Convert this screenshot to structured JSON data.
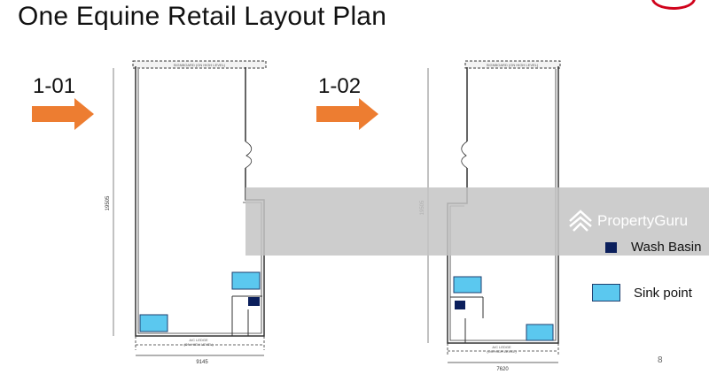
{
  "title": "One Equine Retail Layout Plan",
  "units": [
    {
      "label": "1-01",
      "width_dim": "9145",
      "height_dim": "19505"
    },
    {
      "label": "1-02",
      "width_dim": "7620",
      "height_dim": "19505"
    }
  ],
  "plan_notes": {
    "signboard": "SIGNBOARD (ON HIGH LEVEL)",
    "ledge_line1": "A/C LEDGE",
    "ledge_line2": "(ON HIGH LEVEL)"
  },
  "legend": [
    {
      "label": "Wash Basin",
      "color": "#0b1f5c"
    },
    {
      "label": "Sink point",
      "color": "#5bc8ef"
    }
  ],
  "watermark": "PropertyGuru",
  "page_number": "8",
  "colors": {
    "arrow": "#ed7d31",
    "sink": "#5bc8ef",
    "basin": "#0b1f5c",
    "logo_red": "#d0021b"
  }
}
